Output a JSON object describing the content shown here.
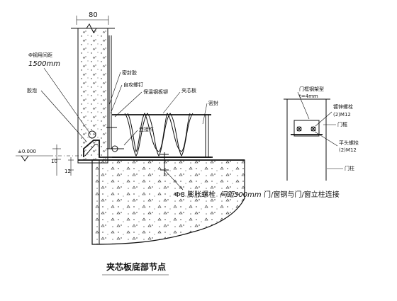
{
  "main_detail": {
    "dimension_top": "80",
    "label_spacing": "Ф钢用间距",
    "label_spacing_value": "1500mm",
    "label_foam": "胶泡",
    "label_sealant": "密封胶",
    "label_self_tap_screw": "自攻螺钉",
    "label_insulation_screw": "保温钢板铆",
    "label_sandwich_panel": "夹芯板",
    "label_seal_strip": "密封",
    "label_cap": "连接件",
    "label_level": "±0.000",
    "dim_10": "10",
    "dim_12": "12",
    "anchor_bolt_label": "Ф8 膨胀螺栓",
    "anchor_bolt_spacing": "间距500mm",
    "title": "夹芯板底部节点"
  },
  "side_detail": {
    "door_panel_label": "门框钢架型",
    "thickness_label": "t=4mm",
    "bolt_top_label_line1": "镀锌螺栓",
    "bolt_top_label_line2": "(2)M12",
    "door_frame_label": "门框",
    "bolt_bottom_label_line1": "平头螺栓",
    "bolt_bottom_label_line2": "(2)M12",
    "door_post_label": "门柱",
    "title": "门/窗钢与门/窗立柱连接"
  }
}
